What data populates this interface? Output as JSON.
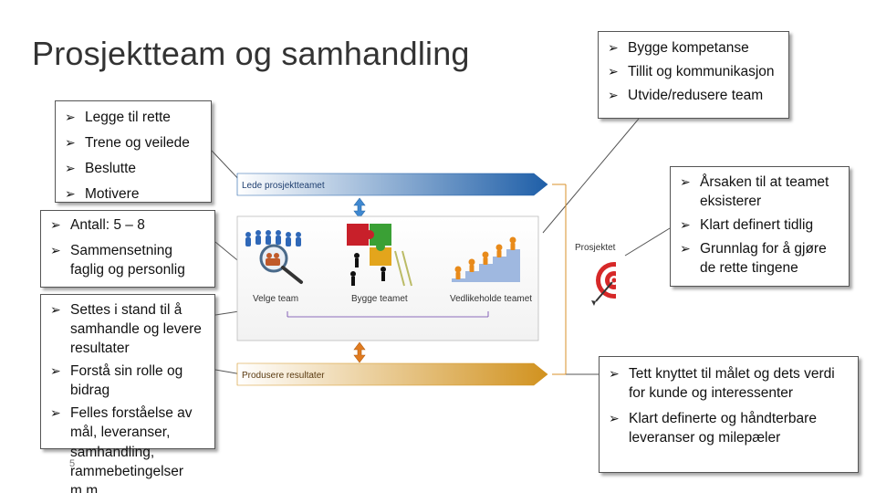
{
  "slide": {
    "title": "Prosjektteam og samhandling",
    "page_number": "5"
  },
  "callout_lede": {
    "items": [
      "Legge til rette",
      "Trene og veilede",
      "Beslutte",
      "Motivere"
    ]
  },
  "callout_velge": {
    "items": [
      "Antall: 5 – 8",
      "Sammensetning faglig og personlig"
    ]
  },
  "callout_produsere": {
    "items": [
      "Settes i stand til å samhandle og levere resultater",
      "Forstå sin rolle og bidrag",
      "Felles forståelse av mål, leveranser, samhandling, rammebetingelser m.m."
    ]
  },
  "callout_vedlikeholde": {
    "items": [
      "Bygge kompetanse",
      "Tillit og kommunikasjon",
      "Utvide/redusere team"
    ]
  },
  "callout_mal": {
    "items": [
      "Årsaken til at teamet eksisterer",
      "Klart definert tidlig",
      "Grunnlag for å gjøre de rette tingene"
    ]
  },
  "callout_resultat": {
    "items": [
      "Tett knyttet til målet og dets verdi for kunde og interessenter",
      "Klart definerte og håndterbare leveranser og milepæler"
    ]
  },
  "diagram": {
    "lede_label": "Lede prosjektteamet",
    "produsere_label": "Produsere resultater",
    "mal_label": "Prosjektets mål",
    "step_labels": [
      "Velge team",
      "Bygge teamet",
      "Vedlikeholde teamet"
    ],
    "colors": {
      "lede_bar": "#1f5fa8",
      "produsere_bar": "#d1921f",
      "connector": "#d8902a",
      "arrow_blue": "#3f88d0",
      "arrow_orange": "#e07b20",
      "target_red": "#d62828"
    },
    "icons": [
      "people-group-icon",
      "puzzle-icon",
      "stairs-icon",
      "target-icon"
    ]
  },
  "bullet_glyph": "Ø"
}
